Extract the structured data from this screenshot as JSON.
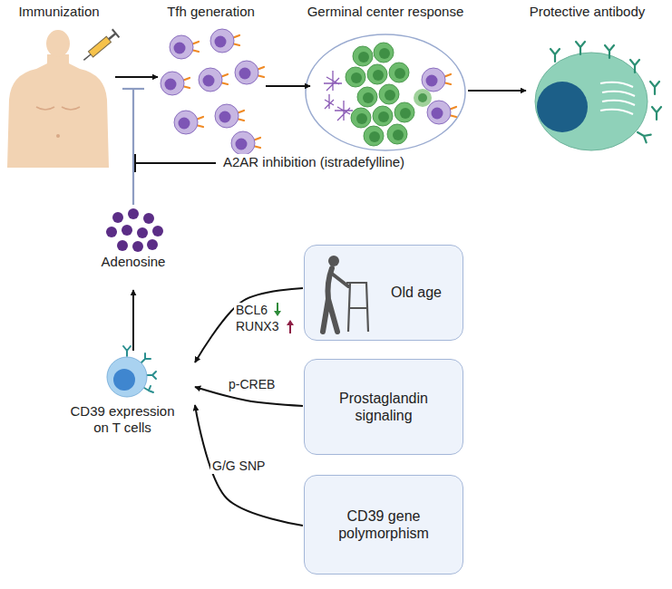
{
  "diagram": {
    "nodes": [
      {
        "text": [
          "Immunization"
        ]
      },
      {
        "text": [
          "Tfh generation"
        ]
      },
      {
        "text": [
          "Germinal center response"
        ]
      },
      {
        "text": [
          "Protective antibody"
        ]
      },
      {
        "text": [
          "Adenosine"
        ]
      },
      {
        "text": [
          "CD39 expression on T cells"
        ]
      },
      {
        "text": [
          "Old age"
        ]
      },
      {
        "text": [
          "Prostaglandin signaling"
        ]
      },
      {
        "text": [
          "CD39 gene polymorphism"
        ]
      }
    ],
    "edges": [
      {
        "from": 0,
        "to": 1,
        "arrow": "to"
      },
      {
        "from": 1,
        "to": 2,
        "arrow": "to"
      },
      {
        "from": 2,
        "to": 3,
        "arrow": "to"
      },
      {
        "from": 5,
        "to": 4,
        "arrow": "to"
      },
      {
        "from": 6,
        "to": 5,
        "label": "BCL6",
        "arrow": "to"
      },
      {
        "from": 7,
        "to": 5,
        "label": "p-CREB",
        "arrow": "to"
      },
      {
        "from": 8,
        "to": 5,
        "label": "G/G SNP",
        "arrow": "to"
      }
    ],
    "labels": [
      "RUNX3",
      "A2AR inhibition (istradefylline)"
    ]
  }
}
